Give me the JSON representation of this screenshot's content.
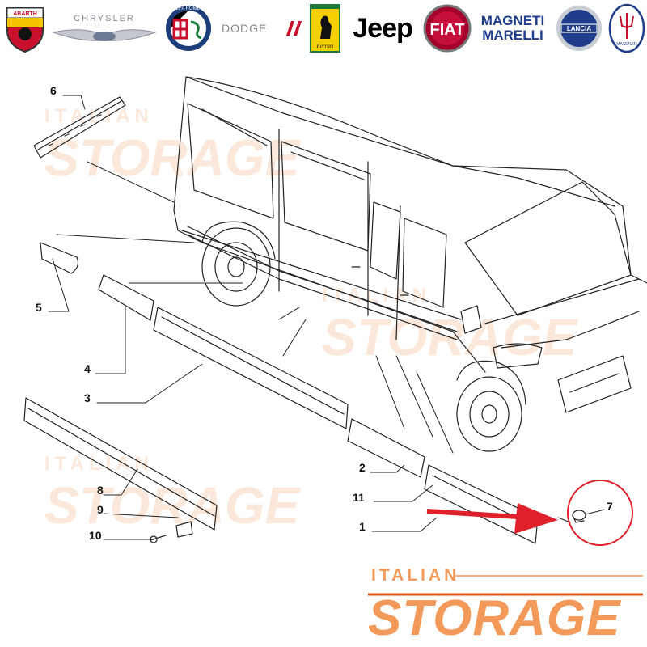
{
  "brands": [
    {
      "name": "ABARTH",
      "icon": "scorpion-shield-icon",
      "color": "#c8102e"
    },
    {
      "name": "CHRYSLER",
      "icon": "winged-badge-icon",
      "color": "#8a8f98"
    },
    {
      "name": "ALFA ROMEO",
      "icon": "alfa-badge-icon",
      "color": "#1a7a3a"
    },
    {
      "name": "DODGE",
      "icon": "dodge-stripes-icon",
      "color": "#c8102e"
    },
    {
      "name": "Ferrari",
      "icon": "prancing-horse-icon",
      "color": "#f5d000"
    },
    {
      "name": "Jeep",
      "icon": "jeep-wordmark-icon",
      "color": "#000000"
    },
    {
      "name": "FIAT",
      "icon": "fiat-badge-icon",
      "color": "#a3002d"
    },
    {
      "name": "MAGNETI MARELLI",
      "icon": "wordmark-icon",
      "color": "#1f3d8a"
    },
    {
      "name": "LANCIA",
      "icon": "lancia-badge-icon",
      "color": "#1f3d8a"
    },
    {
      "name": "MASERATI",
      "icon": "trident-icon",
      "color": "#1f3d8a"
    }
  ],
  "callouts": {
    "c1": "1",
    "c2": "2",
    "c3": "3",
    "c4": "4",
    "c5": "5",
    "c6": "6",
    "c7": "7",
    "c8": "8",
    "c9": "9",
    "c10": "10",
    "c11": "11"
  },
  "watermark": {
    "italian": "ITALIAN",
    "storage": "STORAGE",
    "color": "#f39a5a",
    "accent": "#e05a1a"
  },
  "arrow_color": "#e0202a"
}
